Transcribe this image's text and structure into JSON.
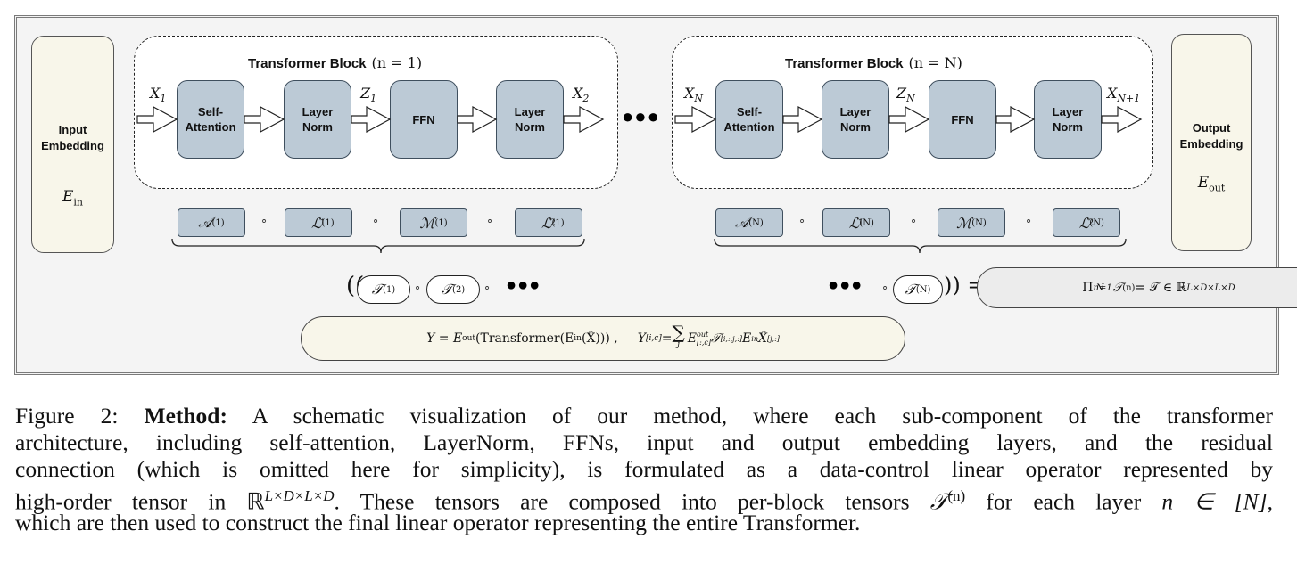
{
  "figure": {
    "input_embedding": {
      "label_line1": "Input",
      "label_line2": "Embedding",
      "symbol": "E",
      "symbol_sub": "in"
    },
    "output_embedding": {
      "label_line1": "Output",
      "label_line2": "Embedding",
      "symbol": "E",
      "symbol_sub": "out"
    },
    "blocks": [
      {
        "title": "Transformer Block",
        "index_label": "(n = 1)",
        "ops": [
          "Self-\nAttention",
          "Layer\nNorm",
          "FFN",
          "Layer\nNorm"
        ],
        "vars": [
          {
            "base": "X",
            "sub": "1"
          },
          {
            "base": "Z",
            "sub": "1"
          },
          {
            "base": "X",
            "sub": "2"
          }
        ],
        "tensors": [
          {
            "base": "𝒜",
            "sup": "(1)",
            "sub": ""
          },
          {
            "base": "ℒ",
            "sup": "(1)",
            "sub": "1"
          },
          {
            "base": "ℳ",
            "sup": "(1)",
            "sub": ""
          },
          {
            "base": "ℒ",
            "sup": "(1)",
            "sub": "2"
          }
        ]
      },
      {
        "title": "Transformer Block",
        "index_label": "(n = N)",
        "ops": [
          "Self-\nAttention",
          "Layer\nNorm",
          "FFN",
          "Layer\nNorm"
        ],
        "vars": [
          {
            "base": "X",
            "sub": "N"
          },
          {
            "base": "Z",
            "sub": "N"
          },
          {
            "base": "X",
            "sub": "N+1"
          }
        ],
        "tensors": [
          {
            "base": "𝒜",
            "sup": "(N)",
            "sub": ""
          },
          {
            "base": "ℒ",
            "sup": "(N)",
            "sub": "1"
          },
          {
            "base": "ℳ",
            "sup": "(N)",
            "sub": ""
          },
          {
            "base": "ℒ",
            "sup": "(N)",
            "sub": "2"
          }
        ]
      }
    ],
    "ellipsis": "●●●",
    "compose_symbol": "∘",
    "composition": {
      "t1": {
        "base": "𝒯",
        "sup": "(1)"
      },
      "t2": {
        "base": "𝒯",
        "sup": "(2)"
      },
      "tN": {
        "base": "𝒯",
        "sup": "(N)"
      },
      "product_formula": "Π",
      "product_sub": "n=1",
      "product_sup": "N",
      "product_rest": "𝒯",
      "product_rest_sup": "(n)",
      "product_eq": " = 𝒯 ∈ ℝ",
      "product_space": "L×D×L×D"
    },
    "equation": {
      "left": "Y = E",
      "left_sub": "out",
      "left_rest": "(Transformer(E",
      "left_rest_sub": "in",
      "left_tail": "(X̂))) ,",
      "right_lhs": "Y",
      "right_lhs_sub": "[i,c]",
      "right_eq": " = ",
      "sum": "∑",
      "sum_sub": "j",
      "right_E": "E",
      "right_E_sup": "out",
      "right_E_sub": "[:,c]",
      "right_T": "𝒯",
      "right_T_sub": "[i,:,j,:]",
      "right_Ein": "E",
      "right_Ein_sub": "in",
      "right_X": "X̂",
      "right_X_sub": "[j,:]"
    }
  },
  "caption": {
    "lines": [
      {
        "prefix": "Figure 2: ",
        "bold": "Method:",
        "text": " A schematic visualization of our method, where each sub-component of the transformer"
      },
      {
        "prefix": "",
        "bold": "",
        "text": "architecture, including self-attention, LayerNorm, FFNs, input and output embedding layers, and the residual"
      },
      {
        "prefix": "",
        "bold": "",
        "text": "connection (which is omitted here for simplicity), is formulated as a data-control linear operator represented by"
      },
      {
        "prefix": "",
        "bold": "",
        "text": "high-order tensor in ℝ^{L×D×L×D}. These tensors are composed into per-block tensors 𝒯^{(n)} for each layer n ∈ [N],"
      },
      {
        "prefix": "",
        "bold": "",
        "text": "which are then used to construct the final linear operator representing the entire Transformer."
      }
    ],
    "line4_parts": {
      "a": "high-order tensor in ℝ",
      "a_sup": "L×D×L×D",
      "b": ". These tensors are composed into per-block tensors ",
      "c": "𝒯",
      "c_sup": "(n)",
      "d": " for each layer ",
      "e": "n ∈ [N]",
      "f": ","
    }
  }
}
